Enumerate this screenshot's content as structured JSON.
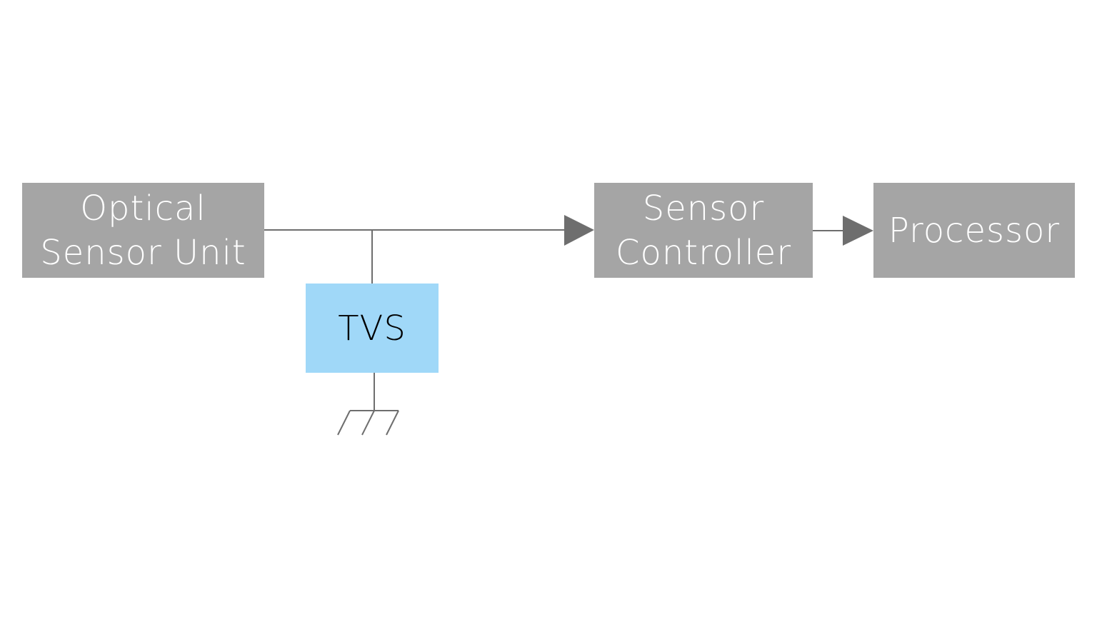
{
  "blocks": {
    "optical_sensor_unit": {
      "line1": "Optical",
      "line2": "Sensor Unit",
      "color": "#a5a5a5"
    },
    "sensor_controller": {
      "line1": "Sensor",
      "line2": "Controller",
      "color": "#a5a5a5"
    },
    "processor": {
      "label": "Processor",
      "color": "#a5a5a5"
    },
    "tvs": {
      "label": "TVS",
      "color": "#a0d8f8"
    }
  },
  "connector_color": "#6e6e6e",
  "connections": [
    {
      "from": "optical_sensor_unit",
      "to": "sensor_controller",
      "arrow": true
    },
    {
      "from": "sensor_controller",
      "to": "processor",
      "arrow": true
    },
    {
      "from": "signal-line",
      "to": "tvs",
      "arrow": false
    },
    {
      "from": "tvs",
      "to": "ground",
      "arrow": false
    }
  ],
  "ground_symbol": "ground-icon"
}
